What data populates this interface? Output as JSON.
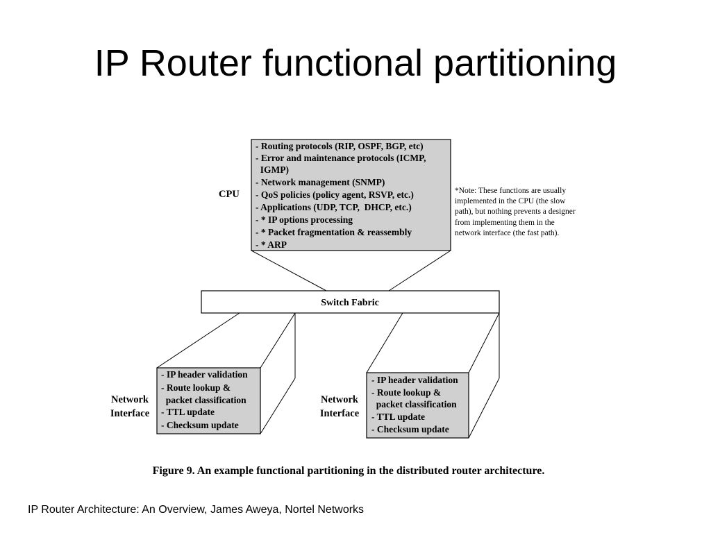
{
  "slide": {
    "title": "IP Router functional partitioning",
    "footer": "IP Router Architecture: An Overview, James Aweya, Nortel Networks"
  },
  "diagram": {
    "cpu_label": "CPU",
    "cpu_box": {
      "lines": [
        "- Routing protocols (RIP, OSPF, BGP, etc)",
        "- Error and maintenance protocols (ICMP,",
        "  IGMP)",
        "- Network management (SNMP)",
        "- QoS policies (policy agent, RSVP, etc.)",
        "- Applications (UDP, TCP,  DHCP, etc.)",
        "- * IP options processing",
        "- * Packet fragmentation & reassembly",
        "- * ARP"
      ]
    },
    "note": {
      "lines": [
        "*Note: These functions are usually",
        "implemented in the CPU (the slow",
        "path), but nothing prevents a designer",
        "from implementing them in the",
        "network interface (the fast path)."
      ]
    },
    "switch_fabric_label": "Switch Fabric",
    "network_interfaces": [
      {
        "label_line1": "Network",
        "label_line2": "Interface",
        "lines": [
          "- IP header validation",
          "- Route lookup &",
          "  packet classification",
          "- TTL update",
          "- Checksum update"
        ]
      },
      {
        "label_line1": "Network",
        "label_line2": "Interface",
        "lines": [
          "- IP header validation",
          "- Route lookup &",
          "  packet classification",
          "- TTL update",
          "- Checksum update"
        ]
      }
    ],
    "caption": "Figure 9. An example functional partitioning in the distributed router architecture."
  }
}
